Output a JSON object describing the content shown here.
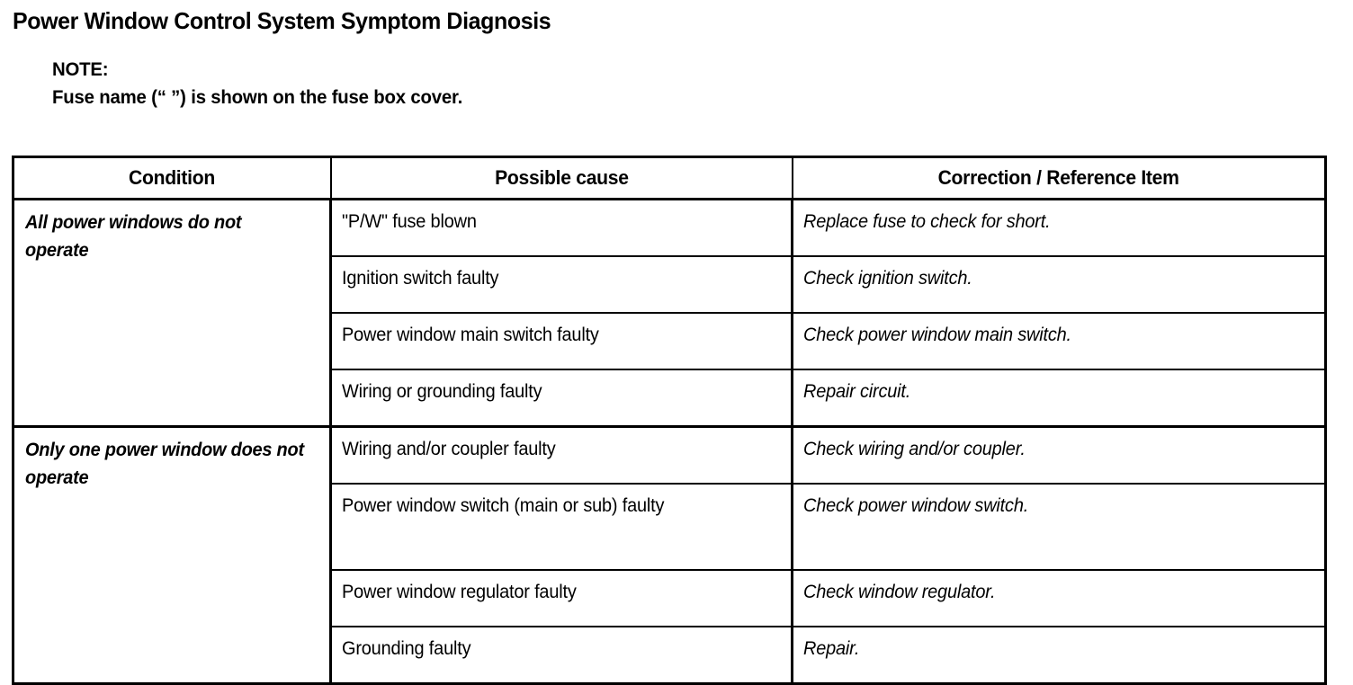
{
  "document": {
    "title": "Power Window Control System Symptom Diagnosis",
    "note": {
      "label": "NOTE:",
      "text": "Fuse name (“ ”) is shown on the fuse box cover."
    }
  },
  "table": {
    "headers": {
      "condition": "Condition",
      "possible_cause": "Possible cause",
      "correction": "Correction / Reference Item"
    },
    "groups": [
      {
        "condition": "All power windows do not operate",
        "rows": [
          {
            "cause": "\"P/W\" fuse blown",
            "correction": "Replace fuse to check for short."
          },
          {
            "cause": "Ignition switch faulty",
            "correction": "Check ignition switch."
          },
          {
            "cause": "Power window main switch faulty",
            "correction": "Check power window main switch."
          },
          {
            "cause": "Wiring or grounding faulty",
            "correction": "Repair circuit."
          }
        ]
      },
      {
        "condition": "Only one power window does not operate",
        "rows": [
          {
            "cause": "Wiring and/or coupler faulty",
            "correction": "Check wiring and/or coupler."
          },
          {
            "cause": "Power window switch (main or sub) faulty",
            "correction": "Check power window switch."
          },
          {
            "cause": "Power window regulator faulty",
            "correction": "Check window regulator."
          },
          {
            "cause": "Grounding faulty",
            "correction": "Repair."
          }
        ]
      }
    ]
  },
  "colors": {
    "text": "#000000",
    "background": "#ffffff",
    "border": "#000000"
  }
}
